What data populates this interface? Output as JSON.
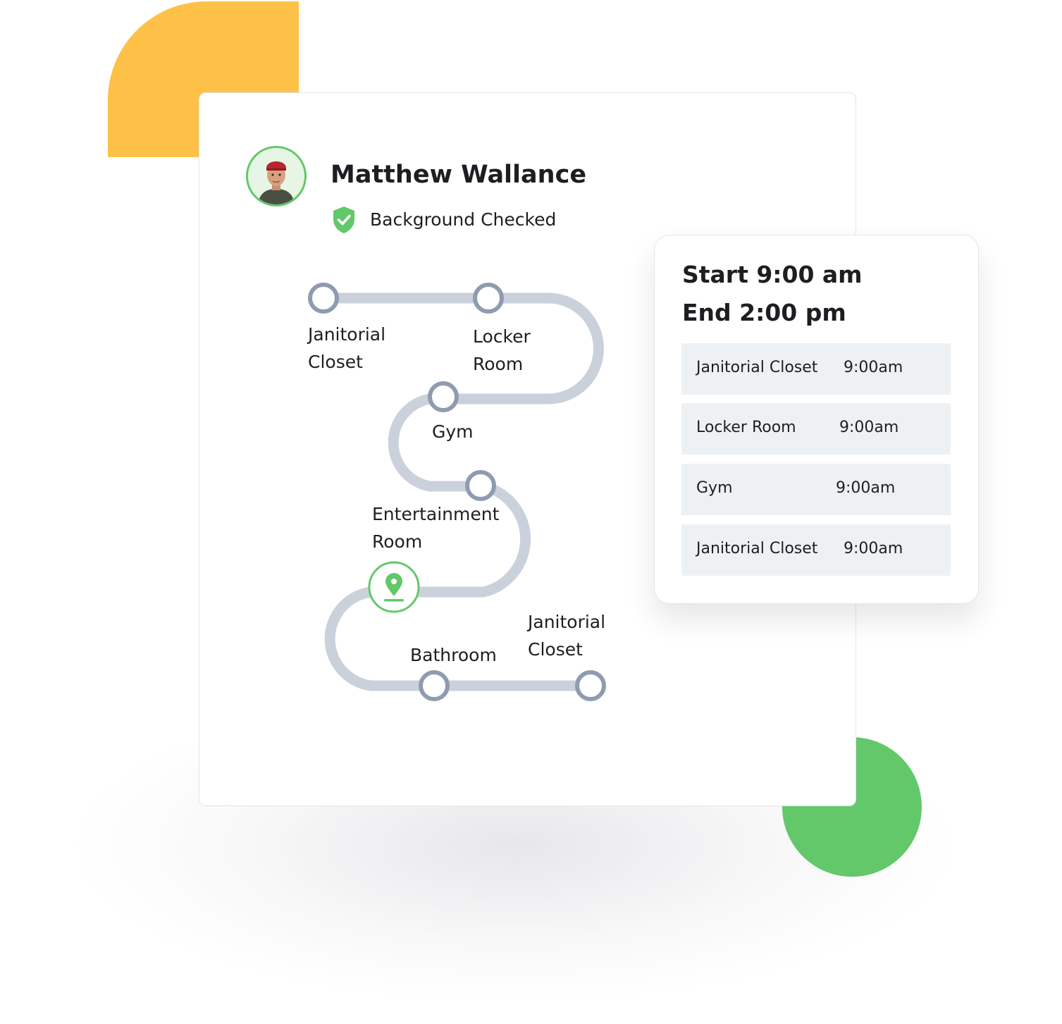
{
  "profile": {
    "name": "Matthew Wallance",
    "verification": "Background Checked"
  },
  "route": {
    "stops": [
      {
        "line1": "Janitorial",
        "line2": "Closet"
      },
      {
        "line1": "Locker",
        "line2": "Room"
      },
      {
        "line1": "Gym",
        "line2": ""
      },
      {
        "line1": "Entertainment",
        "line2": "Room"
      },
      {
        "line1": "Bathroom",
        "line2": ""
      },
      {
        "line1": "Janitorial",
        "line2": "Closet"
      }
    ],
    "current_stop_icon": "location-pin-icon"
  },
  "schedule": {
    "start": "Start 9:00 am",
    "end": "End 2:00 pm",
    "entries": [
      {
        "location": "Janitorial Closet",
        "time": "9:00am"
      },
      {
        "location": "Locker Room",
        "time": "9:00am"
      },
      {
        "location": "Gym",
        "time": "9:00am"
      },
      {
        "location": "Janitorial Closet",
        "time": "9:00am"
      }
    ]
  },
  "colors": {
    "accent_green": "#62C86A",
    "accent_yellow": "#FEC147",
    "route_line": "#CBD1DA",
    "route_node": "#8F9BAF",
    "row_background": "#EEF1F4",
    "text": "#1E1E22"
  }
}
